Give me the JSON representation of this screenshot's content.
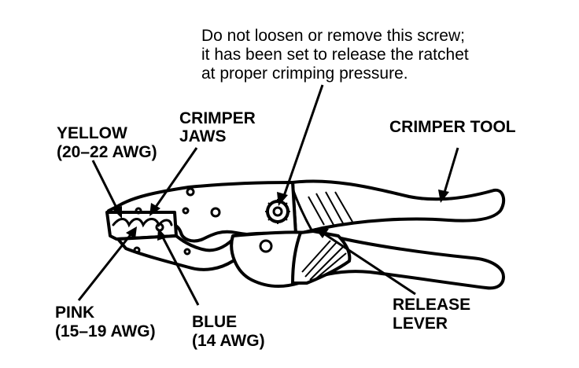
{
  "annotations": {
    "screw_note": [
      "Do not loosen or remove this screw;",
      "it has been set to release the ratchet",
      "at proper crimping pressure."
    ],
    "crimper_jaws": [
      "CRIMPER",
      "JAWS"
    ],
    "crimper_tool": "CRIMPER TOOL",
    "yellow": [
      "YELLOW",
      "(20–22 AWG)"
    ],
    "pink": [
      "PINK",
      "(15–19 AWG)"
    ],
    "blue": [
      "BLUE",
      "(14 AWG)"
    ],
    "release_lever": [
      "RELEASE",
      "LEVER"
    ]
  },
  "colors": {
    "ink": "#000000",
    "background": "#ffffff"
  }
}
